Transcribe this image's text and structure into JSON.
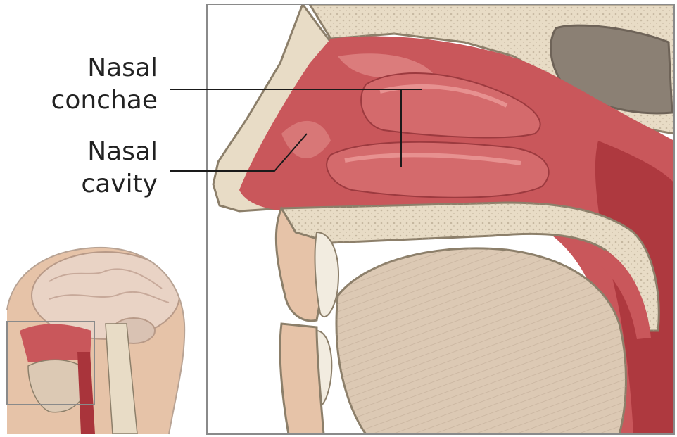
{
  "labels": [
    {
      "id": "conchae",
      "lines": [
        "Nasal",
        "conchae"
      ]
    },
    {
      "id": "cavity",
      "lines": [
        "Nasal",
        "cavity"
      ]
    }
  ],
  "colors": {
    "mucosa": "#c9575b",
    "mucosa_light": "#e38c8a",
    "mucosa_dark": "#a9343b",
    "bone": "#e8dcc6",
    "bone_outline": "#8c7f6a",
    "tongue": "#dcc9b4",
    "tongue_lines": "#b8a38e",
    "skin": "#e6c3a8",
    "brain": "#e9d3c5",
    "frame": "#8a8a8a",
    "leader": "#1a1a1a"
  }
}
